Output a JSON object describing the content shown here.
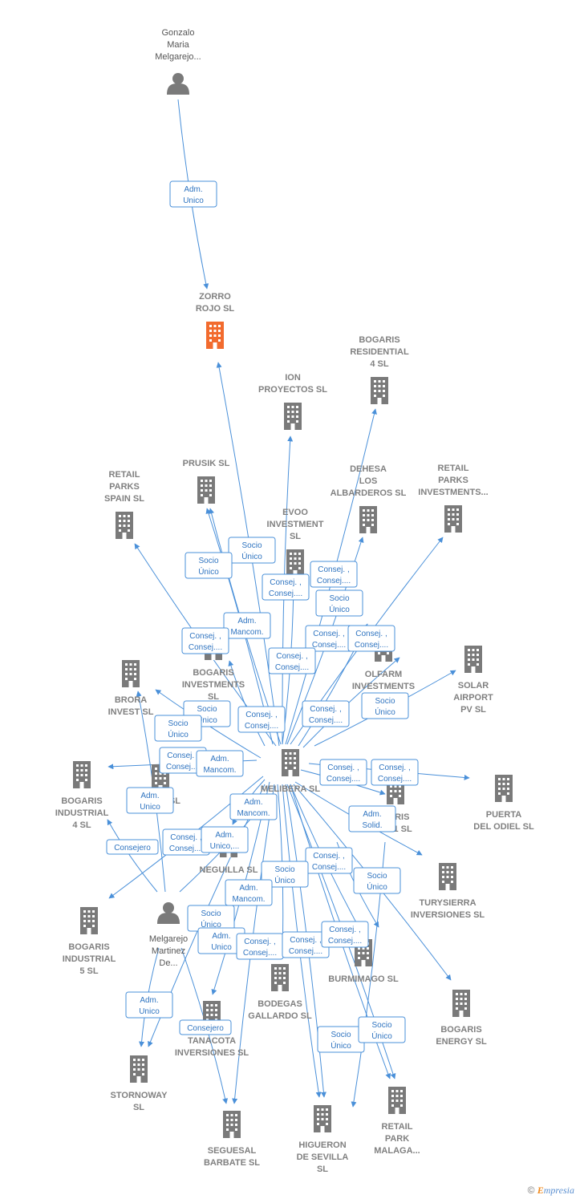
{
  "colors": {
    "edge": "#4a90d9",
    "edge_text": "#2f74c0",
    "building": "#7a7a7a",
    "building_highlight": "#f26b2e",
    "person": "#7a7a7a",
    "label": "#808080"
  },
  "nodes": [
    {
      "id": "gonzalo",
      "type": "person",
      "lines": [
        "Gonzalo",
        "Maria",
        "Melgarejo..."
      ],
      "icon": "person-icon"
    },
    {
      "id": "zorro",
      "type": "company",
      "highlight": true,
      "lines": [
        "ZORRO",
        "ROJO  SL"
      ],
      "icon": "building-icon"
    },
    {
      "id": "bogaris_res4",
      "type": "company",
      "lines": [
        "BOGARIS",
        "RESIDENTIAL",
        "4 SL"
      ],
      "icon": "building-icon"
    },
    {
      "id": "ion",
      "type": "company",
      "lines": [
        "ION",
        "PROYECTOS SL"
      ],
      "icon": "building-icon"
    },
    {
      "id": "retail_spain",
      "type": "company",
      "lines": [
        "RETAIL",
        "PARKS",
        "SPAIN  SL"
      ],
      "icon": "building-icon"
    },
    {
      "id": "prusik",
      "type": "company",
      "lines": [
        "PRUSIK SL"
      ],
      "icon": "building-icon"
    },
    {
      "id": "dehesa",
      "type": "company",
      "lines": [
        "DEHESA",
        "LOS",
        "ALBARDEROS SL"
      ],
      "icon": "building-icon"
    },
    {
      "id": "retail_inv",
      "type": "company",
      "lines": [
        "RETAIL",
        "PARKS",
        "INVESTMENTS..."
      ],
      "icon": "building-icon"
    },
    {
      "id": "evoo",
      "type": "company",
      "lines": [
        "EVOO",
        "INVESTMENT",
        "SL"
      ],
      "icon": "building-icon"
    },
    {
      "id": "bogaris_inv",
      "type": "company",
      "lines": [
        "BOGARIS",
        "INVESTMENTS",
        "SL"
      ],
      "icon": "building-icon"
    },
    {
      "id": "olfarm",
      "type": "company",
      "lines": [
        "OLFARM",
        "INVESTMENTS",
        "SL"
      ],
      "icon": "building-icon"
    },
    {
      "id": "solar",
      "type": "company",
      "lines": [
        "SOLAR",
        "AIRPORT",
        "PV  SL"
      ],
      "icon": "building-icon"
    },
    {
      "id": "brora",
      "type": "company",
      "lines": [
        "BRORA",
        "INVEST  SL"
      ],
      "icon": "building-icon"
    },
    {
      "id": "melibera",
      "type": "company",
      "lines": [
        "MELIBERA SL"
      ],
      "icon": "building-icon"
    },
    {
      "id": "bogaris_ind4",
      "type": "company",
      "lines": [
        "BOGARIS",
        "INDUSTRIAL",
        "4 SL"
      ],
      "icon": "building-icon"
    },
    {
      "id": "hidden_sl",
      "type": "company",
      "lines": [
        "SL"
      ],
      "icon": "building-icon"
    },
    {
      "id": "bogaris_11",
      "type": "company",
      "lines": [
        "GARIS",
        "IL 11 SL"
      ],
      "icon": "building-icon"
    },
    {
      "id": "puerta",
      "type": "company",
      "lines": [
        "PUERTA",
        "DEL ODIEL  SL"
      ],
      "icon": "building-icon"
    },
    {
      "id": "neguilla",
      "type": "company",
      "lines": [
        "NEGUILLA SL"
      ],
      "icon": "building-icon"
    },
    {
      "id": "turysierra",
      "type": "company",
      "lines": [
        "TURYSIERRA",
        "INVERSIONES SL"
      ],
      "icon": "building-icon"
    },
    {
      "id": "bogaris_ind5",
      "type": "company",
      "lines": [
        "BOGARIS",
        "INDUSTRIAL",
        "5 SL"
      ],
      "icon": "building-icon"
    },
    {
      "id": "melgarejo",
      "type": "person",
      "lines": [
        "Melgarejo",
        "Martinez",
        "De..."
      ],
      "icon": "person-icon"
    },
    {
      "id": "burmimago",
      "type": "company",
      "lines": [
        "BURMIMAGO SL"
      ],
      "icon": "building-icon"
    },
    {
      "id": "bodegas",
      "type": "company",
      "lines": [
        "BODEGAS",
        "GALLARDO  SL"
      ],
      "icon": "building-icon"
    },
    {
      "id": "bogaris_energy",
      "type": "company",
      "lines": [
        "BOGARIS",
        "ENERGY SL"
      ],
      "icon": "building-icon"
    },
    {
      "id": "tanacota",
      "type": "company",
      "lines": [
        "TANACOTA",
        "INVERSIONES SL"
      ],
      "icon": "building-icon"
    },
    {
      "id": "stornoway",
      "type": "company",
      "lines": [
        "STORNOWAY",
        "SL"
      ],
      "icon": "building-icon"
    },
    {
      "id": "seguesal",
      "type": "company",
      "lines": [
        "SEGUESAL",
        "BARBATE  SL"
      ],
      "icon": "building-icon"
    },
    {
      "id": "higueron",
      "type": "company",
      "lines": [
        "HIGUERON",
        "DE SEVILLA",
        "SL"
      ],
      "icon": "building-icon"
    },
    {
      "id": "retail_malaga",
      "type": "company",
      "lines": [
        "RETAIL",
        "PARK",
        "MALAGA..."
      ],
      "icon": "building-icon"
    }
  ],
  "edge_labels": [
    [
      "Adm.",
      "Unico"
    ],
    [
      "Socio",
      "Único"
    ],
    [
      "Socio",
      "Único"
    ],
    [
      "Consej. ,",
      "Consej...."
    ],
    [
      "Consej. ,",
      "Consej...."
    ],
    [
      "Socio",
      "Único"
    ],
    [
      "Adm.",
      "Mancom."
    ],
    [
      "Consej. ,",
      "Consej...."
    ],
    [
      "Consej. ,",
      "Consej...."
    ],
    [
      "Consej. ,",
      "Consej...."
    ],
    [
      "Consej. ,",
      "Consej...."
    ],
    [
      "Socio",
      "Único"
    ],
    [
      "Consej. ,",
      "Consej...."
    ],
    [
      "Socio",
      "Único"
    ],
    [
      "Socio",
      "Único"
    ],
    [
      "Consej. ,",
      "Consej...."
    ],
    [
      "Consej. ,",
      "Consej...."
    ],
    [
      "Adm.",
      "Mancom."
    ],
    [
      "Consej. ,",
      "Consej...."
    ],
    [
      "Consej. ,",
      "Consej...."
    ],
    [
      "Adm.",
      "Unico"
    ],
    [
      "Adm.",
      "Mancom."
    ],
    [
      "Consejero"
    ],
    [
      "Consej. ,",
      "Consej...."
    ],
    [
      "Adm.",
      "Unico,..."
    ],
    [
      "Adm.",
      "Solid."
    ],
    [
      "Consej. ,",
      "Consej...."
    ],
    [
      "Socio",
      "Único"
    ],
    [
      "Socio",
      "Único"
    ],
    [
      "Adm.",
      "Mancom."
    ],
    [
      "Socio",
      "Único"
    ],
    [
      "Adm.",
      "Unico"
    ],
    [
      "Consej. ,",
      "Consej...."
    ],
    [
      "Consej. ,",
      "Consej...."
    ],
    [
      "Consej. ,",
      "Consej...."
    ],
    [
      "Adm.",
      "Unico"
    ],
    [
      "Consejero"
    ],
    [
      "Socio",
      "Único"
    ],
    [
      "Socio",
      "Único"
    ]
  ],
  "footer": {
    "copyright": "©",
    "brand_first": "E",
    "brand_rest": "mpresia"
  }
}
